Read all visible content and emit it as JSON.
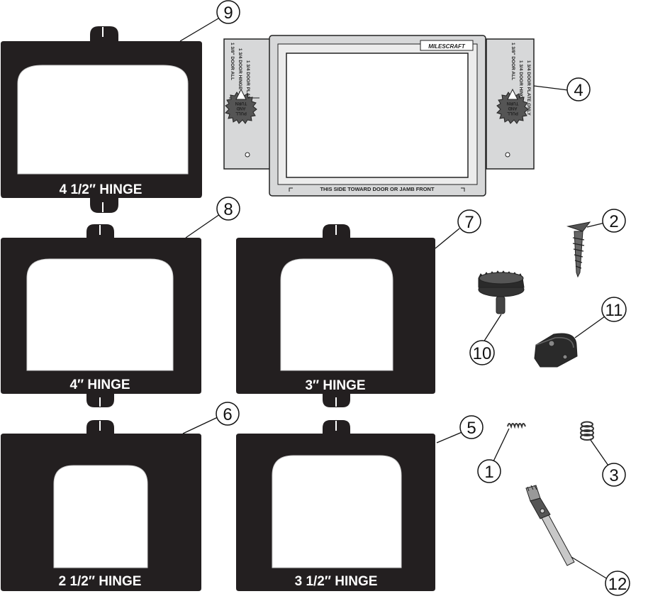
{
  "colors": {
    "plate": "#231f20",
    "base_fill": "#d7d8d9",
    "stroke": "#222222",
    "background": "#ffffff"
  },
  "plates": [
    {
      "callout": "9",
      "label": "4 1/2″ HINGE"
    },
    {
      "callout": "8",
      "label": "4″ HINGE"
    },
    {
      "callout": "7",
      "label": "3″ HINGE"
    },
    {
      "callout": "6",
      "label": "2 1/2″ HINGE"
    },
    {
      "callout": "5",
      "label": "3 1/2″ HINGE"
    }
  ],
  "base": {
    "callout": "4",
    "brand": "MILESCRAFT",
    "bottom_text": "THIS SIDE TOWARD DOOR OR JAMB FRONT",
    "left_labels": [
      "1 3/8\" DOOR ALL",
      "1 3/4 DOOR HINGE ONLY",
      "1 3/4 DOOR PLATE ONLY"
    ],
    "right_labels": [
      "1 3/4 DOOR PLATE ONLY",
      "1 3/4 DOOR HINGE ONLY",
      "1 3/8\" DOOR ALL"
    ],
    "knob_text": [
      "PULL",
      "AND",
      "TURN"
    ],
    "knob_icon": "triangle-pointer-icon"
  },
  "parts": [
    {
      "callout": "2",
      "name": "screw",
      "icon": "screw-icon"
    },
    {
      "callout": "10",
      "name": "knob",
      "icon": "knob-icon"
    },
    {
      "callout": "11",
      "name": "stop block",
      "icon": "block-icon"
    },
    {
      "callout": "1",
      "name": "small spring",
      "icon": "spring-icon"
    },
    {
      "callout": "3",
      "name": "coil spring",
      "icon": "coil-spring-icon"
    },
    {
      "callout": "12",
      "name": "pin",
      "icon": "pin-icon"
    }
  ]
}
